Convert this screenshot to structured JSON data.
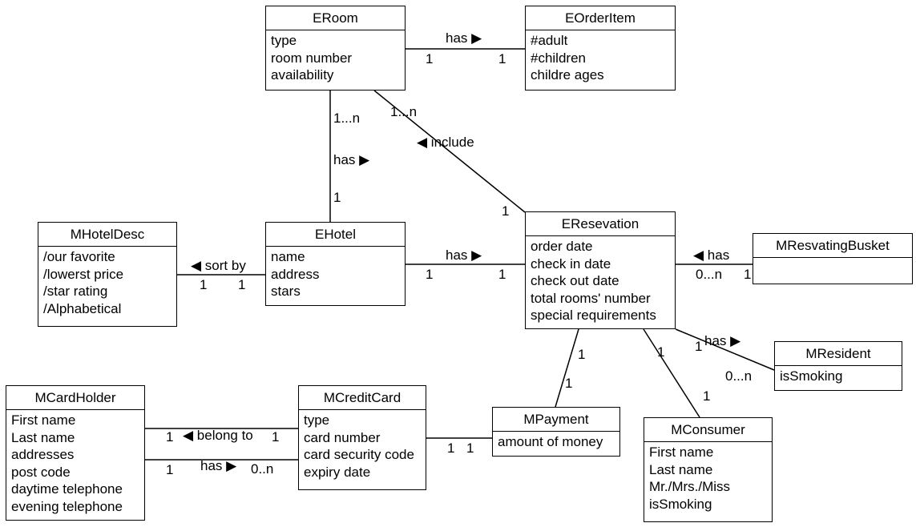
{
  "classes": {
    "eroom": {
      "name": "ERoom",
      "attributes": [
        "type",
        "room number",
        "availability"
      ]
    },
    "eorderitem": {
      "name": "EOrderItem",
      "attributes": [
        "#adult",
        "#children",
        "childre ages"
      ]
    },
    "mhoteldesc": {
      "name": "MHotelDesc",
      "attributes": [
        "/our favorite",
        "/lowerst price",
        "/star rating",
        "/Alphabetical"
      ]
    },
    "ehotel": {
      "name": "EHotel",
      "attributes": [
        "name",
        "address",
        "stars"
      ]
    },
    "eresevation": {
      "name": "EResevation",
      "attributes": [
        "order date",
        "check in date",
        "check out date",
        "total rooms' number",
        "special requirements"
      ]
    },
    "mresvatingbusket": {
      "name": "MResvatingBusket",
      "attributes": []
    },
    "mresident": {
      "name": "MResident",
      "attributes": [
        "isSmoking"
      ]
    },
    "mcardholder": {
      "name": "MCardHolder",
      "attributes": [
        "First name",
        "Last name",
        "addresses",
        "post code",
        "daytime telephone",
        "evening telephone"
      ]
    },
    "mcreditcard": {
      "name": "MCreditCard",
      "attributes": [
        "type",
        "card number",
        "card security code",
        "expiry date"
      ]
    },
    "mpayment": {
      "name": "MPayment",
      "attributes": [
        "amount of money"
      ]
    },
    "mconsumer": {
      "name": "MConsumer",
      "attributes": [
        "First name",
        "Last name",
        "Mr./Mrs./Miss",
        "isSmoking"
      ]
    }
  },
  "associations": {
    "room_orderitem": {
      "label": "has ▶",
      "mult_a": "1",
      "mult_b": "1"
    },
    "room_hotel": {
      "label": "has ▶",
      "mult_a": "1...n",
      "mult_b": "1"
    },
    "room_reservation": {
      "label": "◀ include",
      "mult_a": "1...n",
      "mult_b": "1"
    },
    "hotel_desc": {
      "label": "◀ sort by",
      "mult_a": "1",
      "mult_b": "1"
    },
    "hotel_reservation": {
      "label": "has ▶",
      "mult_a": "1",
      "mult_b": "1"
    },
    "reservation_busket": {
      "label": "◀ has",
      "mult_a": "0...n",
      "mult_b": "1"
    },
    "reservation_resident": {
      "label": "has ▶",
      "mult_a": "1",
      "mult_b": "0...n"
    },
    "reservation_payment": {
      "mult_a": "1",
      "mult_b": "1"
    },
    "reservation_consumer": {
      "mult_a": "1",
      "mult_b": "1"
    },
    "cardholder_card_belong": {
      "label": "◀ belong to",
      "mult_a": "1",
      "mult_b": "1"
    },
    "cardholder_card_has": {
      "label": "has ▶",
      "mult_a": "1",
      "mult_b": "0..n"
    },
    "card_payment": {
      "mult_a": "1",
      "mult_b": "1"
    }
  }
}
